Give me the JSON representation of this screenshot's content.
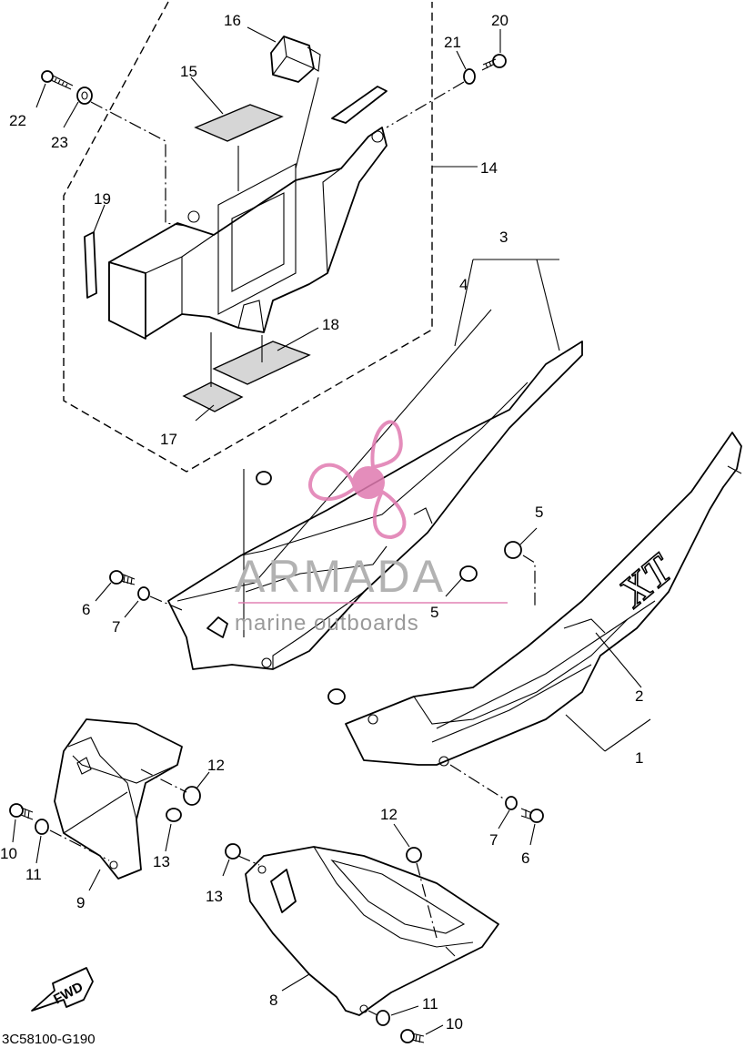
{
  "diagram": {
    "code": "3C58100-G190",
    "fwd_label": "FWD",
    "decal_text": "XT",
    "watermark": {
      "title": "ARMADA",
      "subtitle": "marine outboards",
      "color": "#e07ab0"
    },
    "callouts": [
      "1",
      "2",
      "3",
      "4",
      "5",
      "5",
      "6",
      "6",
      "7",
      "7",
      "8",
      "9",
      "10",
      "10",
      "11",
      "11",
      "12",
      "12",
      "13",
      "13",
      "14",
      "15",
      "16",
      "17",
      "18",
      "19",
      "20",
      "21",
      "22",
      "23"
    ]
  }
}
